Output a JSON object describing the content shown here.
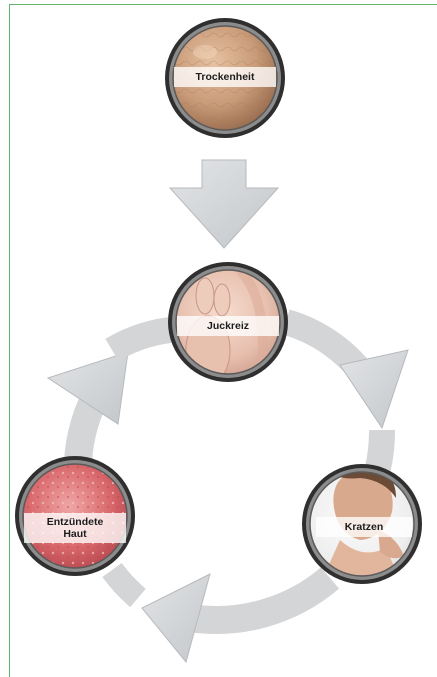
{
  "diagram": {
    "nodes": [
      {
        "id": "dryness",
        "label": "Trockenheit",
        "photo": "dry-skin-closeup"
      },
      {
        "id": "itch",
        "label": "Juckreiz",
        "photo": "hand-on-neck"
      },
      {
        "id": "scratch",
        "label": "Kratzen",
        "photo": "woman-scratching-neck"
      },
      {
        "id": "inflamed",
        "label": "Entzündete\nHaut",
        "photo": "inflamed-skin-closeup"
      }
    ],
    "edges": [
      {
        "from": "dryness",
        "to": "itch"
      },
      {
        "from": "itch",
        "to": "scratch"
      },
      {
        "from": "scratch",
        "to": "inflamed"
      },
      {
        "from": "inflamed",
        "to": "itch"
      }
    ],
    "colors": {
      "arrow_fill": "#d3d5d7",
      "arrow_shadow": "#b7babd",
      "ring_outer": "#3c3c3c",
      "ring_inner": "#9a9a9a",
      "frame": "#62b56a"
    }
  }
}
